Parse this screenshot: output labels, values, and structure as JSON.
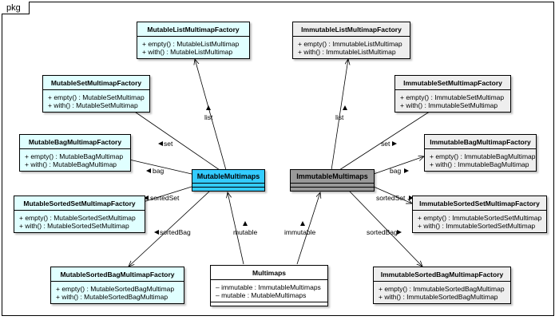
{
  "package_label": "pkg",
  "mutable_factories": [
    {
      "name": "MutableListMultimapFactory",
      "ops": [
        "+ empty() : MutableListMultimap",
        "+ with() : MutableListMultimap"
      ]
    },
    {
      "name": "MutableSetMultimapFactory",
      "ops": [
        "+ empty() : MutableSetMultimap",
        "+ with() : MutableSetMultimap"
      ]
    },
    {
      "name": "MutableBagMultimapFactory",
      "ops": [
        "+ empty() : MutableBagMultimap",
        "+ with() : MutableBagMultimap"
      ]
    },
    {
      "name": "MutableSortedSetMultimapFactory",
      "ops": [
        "+ empty() : MutableSortedSetMultimap",
        "+ with() : MutableSortedSetMultimap"
      ]
    },
    {
      "name": "MutableSortedBagMultimapFactory",
      "ops": [
        "+ empty() : MutableSortedBagMultimap",
        "+ with() : MutableSortedBagMultimap"
      ]
    }
  ],
  "immutable_factories": [
    {
      "name": "ImmutableListMultimapFactory",
      "ops": [
        "+ empty() : ImmutableListMultimap",
        "+ with() : ImmutableListMultimap"
      ]
    },
    {
      "name": "ImmutableSetMultimapFactory",
      "ops": [
        "+ empty() : ImmutableSetMultimap",
        "+ with() : ImmutableSetMultimap"
      ]
    },
    {
      "name": "ImmutableBagMultimapFactory",
      "ops": [
        "+ empty() : ImmutableBagMultimap",
        "+ with() : ImmutableBagMultimap"
      ]
    },
    {
      "name": "ImmutableSortedSetMultimapFactory",
      "ops": [
        "+ empty() : ImmutableSortedSetMultimap",
        "+ with() : ImmutableSortedSetMultimap"
      ]
    },
    {
      "name": "ImmutableSortedBagMultimapFactory",
      "ops": [
        "+ empty() : ImmutableSortedBagMultimap",
        "+ with() : ImmutableSortedBagMultimap"
      ]
    }
  ],
  "mutable_multimaps": {
    "name": "MutableMultimaps"
  },
  "immutable_multimaps": {
    "name": "ImmutableMultimaps"
  },
  "multimaps": {
    "name": "Multimaps",
    "fields": [
      "– immutable : ImmutableMultimaps",
      "– mutable : MutableMultimaps"
    ]
  },
  "edge_labels": {
    "list": "list",
    "set": "set",
    "bag": "bag",
    "sortedSet": "sortedSet",
    "sortedBag": "sortedBag",
    "mutable": "mutable",
    "immutable": "immutable"
  },
  "colors": {
    "mutable_factory_fill": "#e0ffff",
    "immutable_factory_fill": "#eeeeee",
    "mutable_multimaps_fill": "#33ccff",
    "immutable_multimaps_fill": "#999999"
  }
}
